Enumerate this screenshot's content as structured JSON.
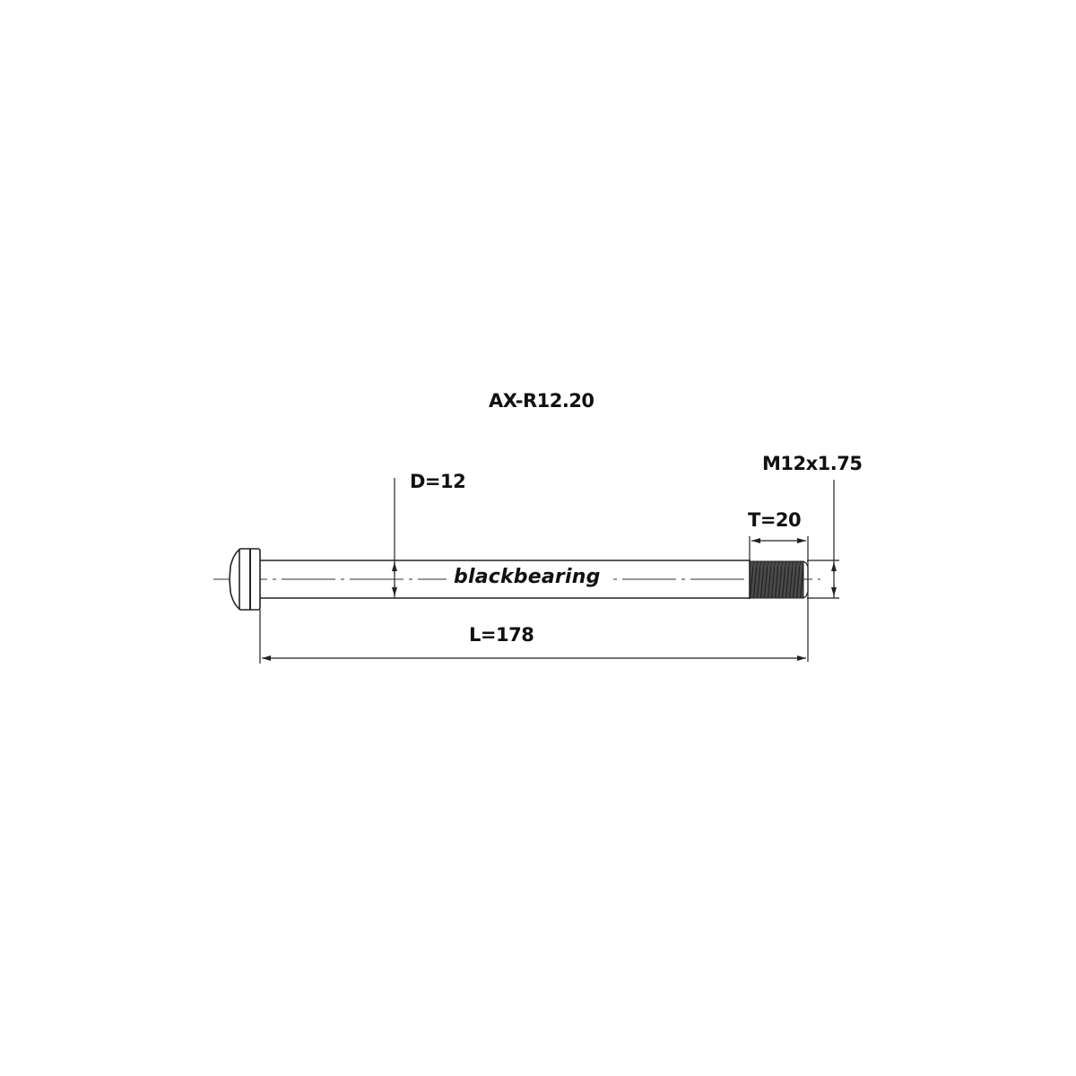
{
  "drawing": {
    "title": "AX-R12.20",
    "brand": "blackbearing",
    "dimensions": {
      "diameter": "D=12",
      "thread_length": "T=20",
      "thread_spec": "M12x1.75",
      "length": "L=178"
    },
    "colors": {
      "line": "#222222",
      "thread_fill": "#555555",
      "background": "#ffffff"
    }
  }
}
